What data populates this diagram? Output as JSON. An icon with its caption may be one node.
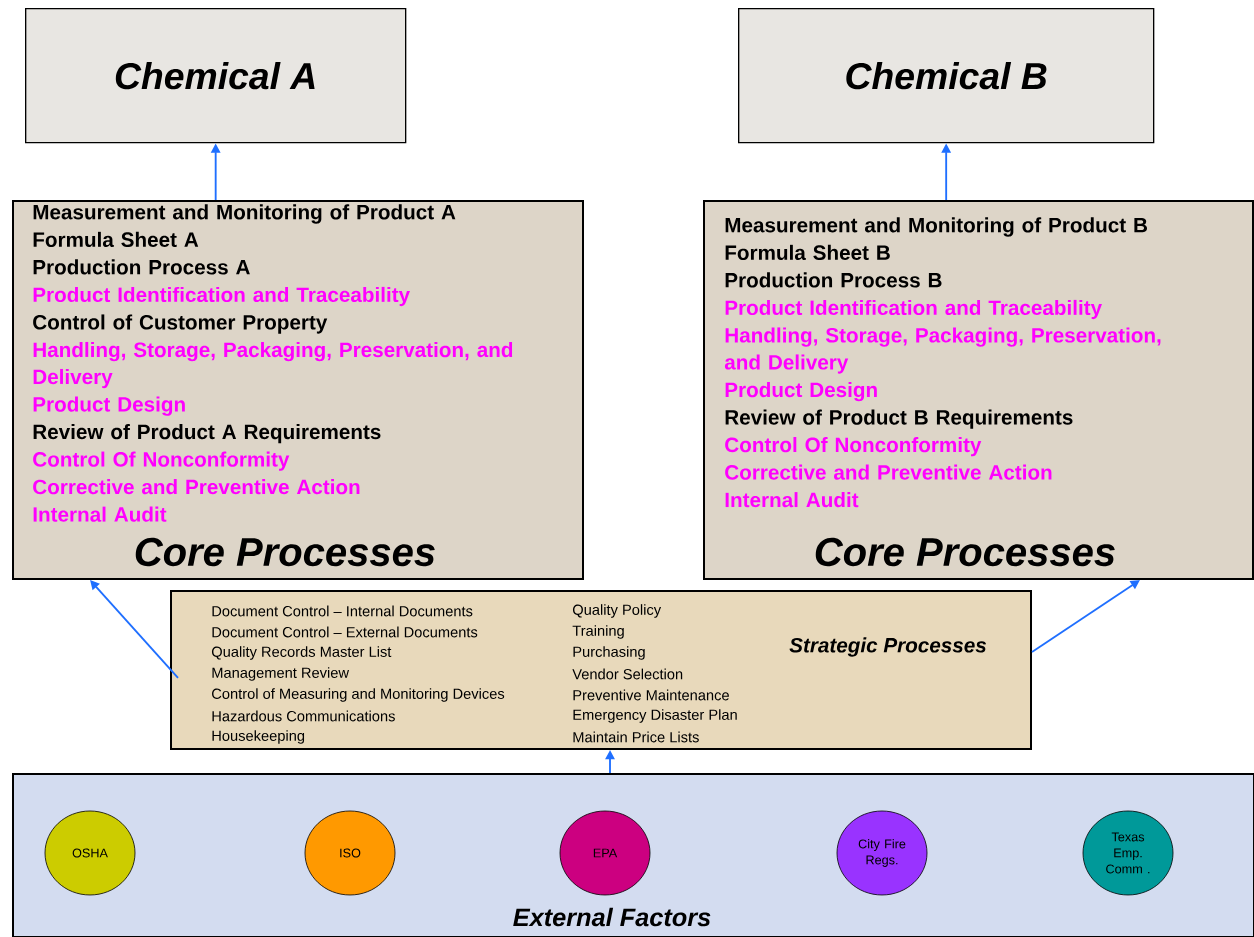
{
  "diagram": {
    "nodes": [
      {
        "text": [
          "Chemical A"
        ]
      },
      {
        "text": [
          "Chemical B"
        ]
      },
      {
        "text": [
          "Measurement and Monitoring of Product A",
          "Formula Sheet A",
          "Production Process A",
          "Product Identification and Traceability",
          "Control of Customer Property",
          "Handling, Storage, Packaging, Preservation, and Delivery",
          "Product Design",
          "Review of Product A Requirements",
          "Control Of Nonconformity",
          "Corrective and Preventive Action",
          "Internal Audit",
          "Core Processes"
        ]
      },
      {
        "text": [
          "Measurement and Monitoring of Product B",
          "Formula Sheet B",
          "Production Process B",
          "Product Identification and Traceability",
          "Handling, Storage, Packaging, Preservation, and Delivery",
          "Product Design",
          "Review of Product B Requirements",
          "Control Of Nonconformity",
          "Corrective and Preventive Action",
          "Internal Audit",
          "Core Processes"
        ]
      },
      {
        "text": [
          "Document Control – Internal Documents",
          "Document Control – External Documents",
          "Quality Records Master List",
          "Management Review",
          "Control of Measuring and Monitoring Devices",
          "Hazardous Communications",
          "Housekeeping",
          "Quality Policy",
          "Training",
          "Purchasing",
          "Vendor Selection",
          "Preventive Maintenance",
          "Emergency Disaster Plan",
          "Maintain Price Lists",
          "Strategic Processes"
        ]
      },
      {
        "text": [
          "External Factors"
        ]
      },
      {
        "text": [
          "OSHA"
        ],
        "in": 5
      },
      {
        "text": [
          "ISO"
        ],
        "in": 5
      },
      {
        "text": [
          "EPA"
        ],
        "in": 5
      },
      {
        "text": [
          "City Fire Regs."
        ],
        "in": 5
      },
      {
        "text": [
          "Texas Emp. Comm ."
        ],
        "in": 5
      }
    ],
    "edges": [
      {
        "from": 2,
        "to": 0,
        "arrow": "to"
      },
      {
        "from": 3,
        "to": 1,
        "arrow": "to"
      },
      {
        "from": 4,
        "to": 2,
        "arrow": "to"
      },
      {
        "from": 4,
        "to": 3,
        "arrow": "to"
      },
      {
        "from": 5,
        "to": 4,
        "arrow": "to"
      }
    ]
  }
}
